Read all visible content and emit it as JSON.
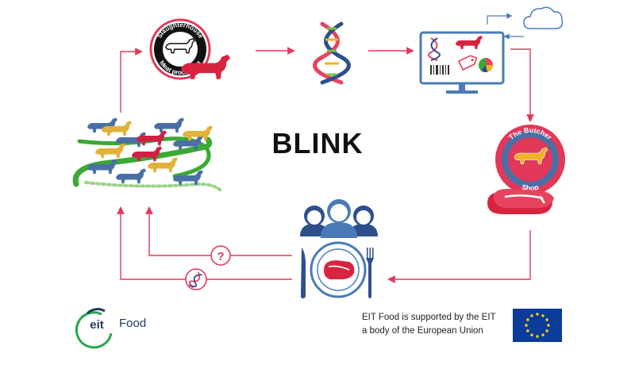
{
  "title": "BLINK",
  "slaughterhouse": {
    "line1": "Slaughterhouse",
    "line2": "Meat processing"
  },
  "butcher": {
    "line1": "The Butcher",
    "line2": "Shop"
  },
  "question_mark": "?",
  "footer": {
    "logo_mark": "eit",
    "logo_word": "Food",
    "support_line1": "EIT Food is supported by the EIT",
    "support_line2": "a body of the European Union"
  },
  "colors": {
    "arrow": "#e23a5a",
    "cattle_blue": "#4a6fa5",
    "cattle_gold": "#e0b23a",
    "cattle_red": "#d21f45",
    "grass_green": "#3aa935",
    "monitor_blue": "#4a7bb7",
    "meat_red": "#d8243f",
    "eu_blue": "#0b3c9a",
    "eu_star": "#ffd700"
  },
  "icons": [
    "dna-icon",
    "monitor-icon",
    "cloud-icon",
    "cattle-herd-icon",
    "family-icon",
    "plate-icon",
    "question-icon",
    "dna-badge-icon",
    "eu-flag-icon",
    "eit-food-logo"
  ]
}
